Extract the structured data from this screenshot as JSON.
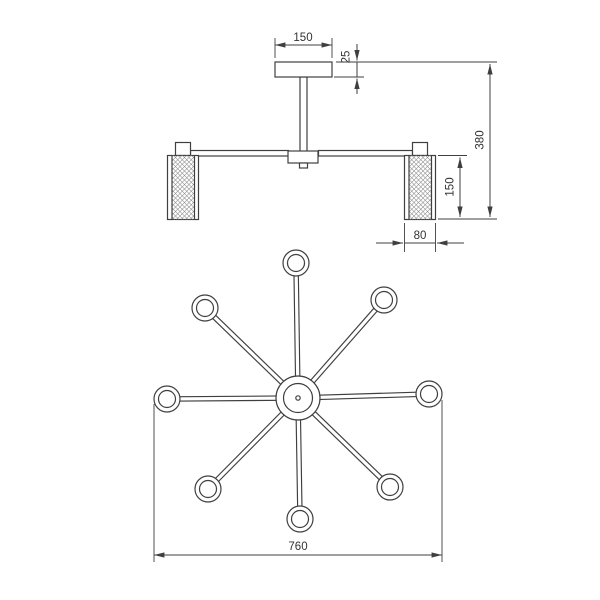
{
  "drawing": {
    "type": "ceiling-chandelier-technical-drawing",
    "views": [
      "side-elevation",
      "plan-view"
    ],
    "line_color": "#3f3f3f",
    "background_color": "#ffffff"
  },
  "dimensions": {
    "plate_width": "150",
    "plate_thickness": "25",
    "overall_height": "380",
    "shade_height": "150",
    "shade_width": "80",
    "overall_diameter": "760"
  }
}
